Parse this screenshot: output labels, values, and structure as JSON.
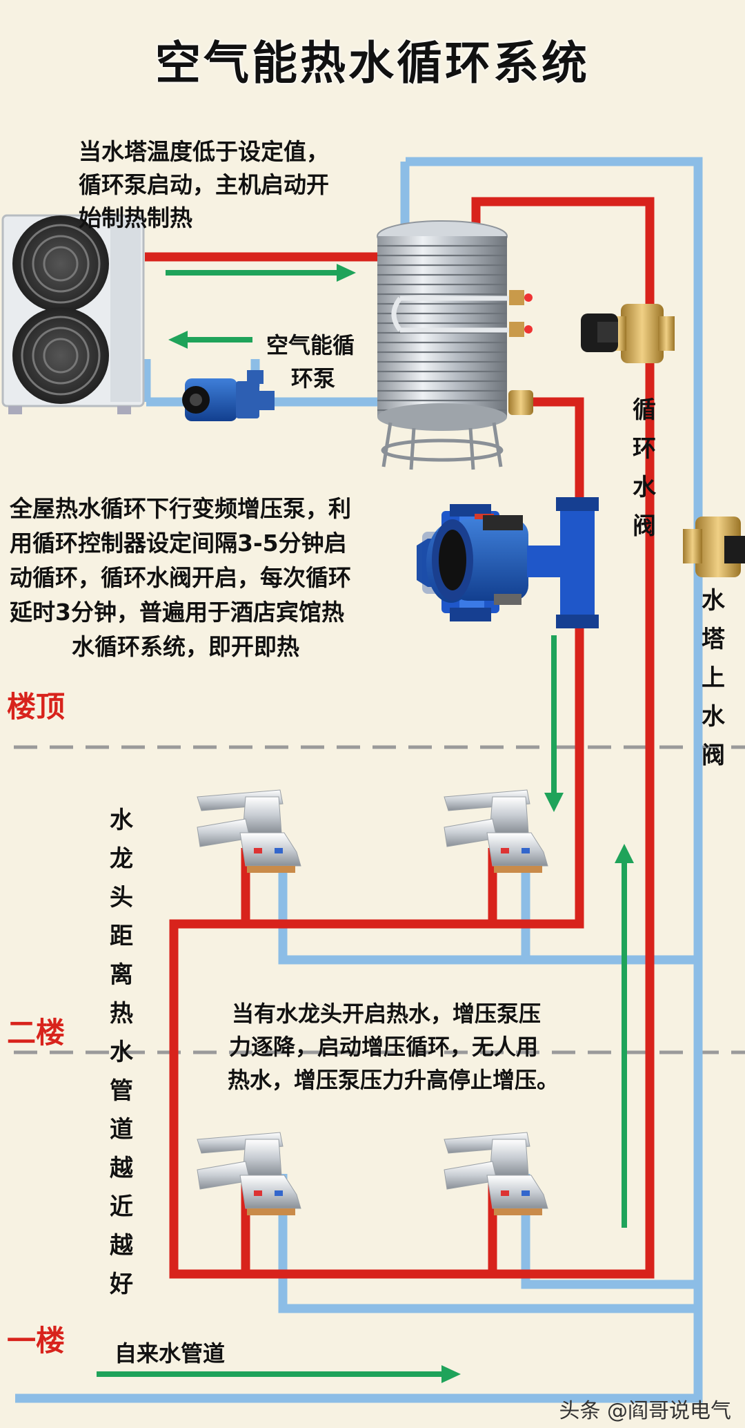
{
  "title": "空气能热水循环系统",
  "annotations": {
    "heating_note": [
      "当水塔温度低于设定值，",
      "循环泵启动，主机启动开",
      "始制热制热"
    ],
    "circulation_pump_label": [
      "空气能循",
      "环泵"
    ],
    "booster_note": [
      "全屋热水循环下行变频增压泵，利",
      "用循环控制器设定间隔3-5分钟启",
      "动循环，循环水阀开启，每次循环",
      "延时3分钟，普遍用于酒店宾馆热",
      "水循环系统，即开即热"
    ],
    "circulation_valve_label": "循环水阀",
    "tower_inlet_valve_label": "水塔上水阀",
    "faucet_distance_label": "水龙头距离热水管道越近越好",
    "pressure_note": [
      "当有水龙头开启热水，增压泵压",
      "力逐降，启动增压循环，无人用",
      "热水，增压泵压力升高停止增压。"
    ],
    "tap_water_label": "自来水管道"
  },
  "floors": {
    "roof": "楼顶",
    "second": "二楼",
    "first": "一楼"
  },
  "watermark": "头条 @阎哥说电气",
  "colors": {
    "hot_pipe": "#d8231c",
    "cold_pipe": "#8cbde6",
    "cold_pipe_edge": "#5a93c9",
    "arrow": "#1fa35a",
    "floor_text": "#d8231c",
    "background": "#f7f2e2"
  },
  "icons": [
    "heat-pump-unit-icon",
    "water-tank-icon",
    "circulation-pump-icon",
    "booster-pump-icon",
    "solenoid-valve-icon",
    "faucet-icon"
  ]
}
